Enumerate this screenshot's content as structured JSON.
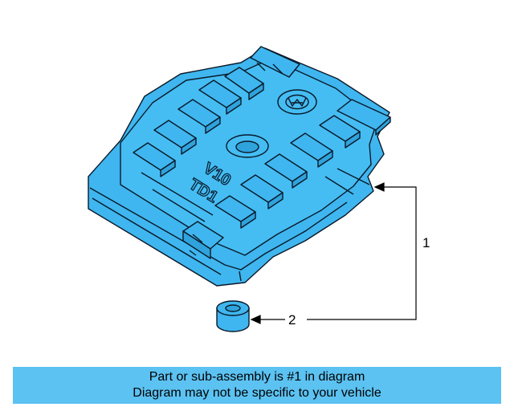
{
  "diagram": {
    "callouts": [
      {
        "number": "1"
      },
      {
        "number": "2"
      }
    ],
    "engraving_model": "V10",
    "engraving_variant": "TD1",
    "part_color": "#3fb6ef",
    "outline_color": "#0a1a2a"
  },
  "banner": {
    "line1": "Part or sub-assembly is #1 in diagram",
    "line2": "Diagram may not be specific to your vehicle",
    "color": "#5cc2f2"
  }
}
